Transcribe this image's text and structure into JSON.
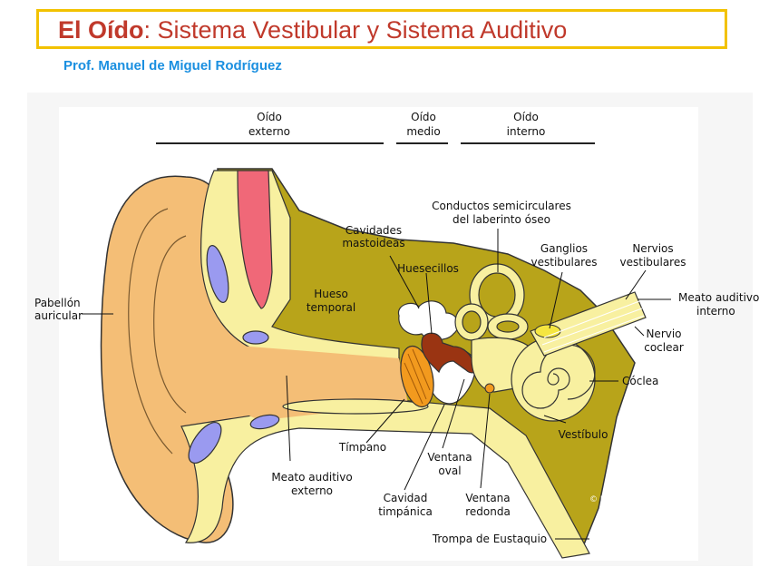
{
  "header": {
    "title_bold": "El Oído",
    "title_rest": ": Sistema Vestibular y Sistema Auditivo",
    "author": "Prof. Manuel de Miguel Rodríguez"
  },
  "sections": {
    "external": [
      "Oído",
      "externo"
    ],
    "middle": [
      "Oído",
      "medio"
    ],
    "internal": [
      "Oído",
      "interno"
    ]
  },
  "labels": {
    "pabellon": [
      "Pabellón",
      "auricular"
    ],
    "cavidades": [
      "Cavidades",
      "mastoideas"
    ],
    "hueso": [
      "Hueso",
      "temporal"
    ],
    "huesecillos": [
      "Huesecillos"
    ],
    "conductos": [
      "Conductos semicirculares",
      "del laberinto óseo"
    ],
    "ganglios": [
      "Ganglios",
      "vestibulares"
    ],
    "nervios_vest": [
      "Nervios",
      "vestibulares"
    ],
    "meato_interno": [
      "Meato auditivo",
      "interno"
    ],
    "nervio_coclear": [
      "Nervio",
      "coclear"
    ],
    "coclea": [
      "Cóclea"
    ],
    "vestibulo": [
      "Vestíbulo"
    ],
    "timpano": [
      "Tímpano"
    ],
    "ventana_oval": [
      "Ventana",
      "oval"
    ],
    "meato_externo": [
      "Meato auditivo",
      "externo"
    ],
    "cavidad_timp": [
      "Cavidad",
      "timpánica"
    ],
    "ventana_redonda": [
      "Ventana",
      "redonda"
    ],
    "trompa": [
      "Trompa de Eustaquio"
    ]
  },
  "watermark": "© MdM",
  "colors": {
    "title_red": "#c0392b",
    "title_border": "#f2c200",
    "author_blue": "#1a8fe0",
    "bone_olive": "#b8a41a",
    "skin": "#f4be76",
    "cartilage_yellow": "#f8f0a0",
    "vessel_pink": "#f06878",
    "cartilage_blue": "#9a9af0",
    "ossicle_brown": "#9a3412",
    "tympanum_orange": "#f29a1e"
  }
}
